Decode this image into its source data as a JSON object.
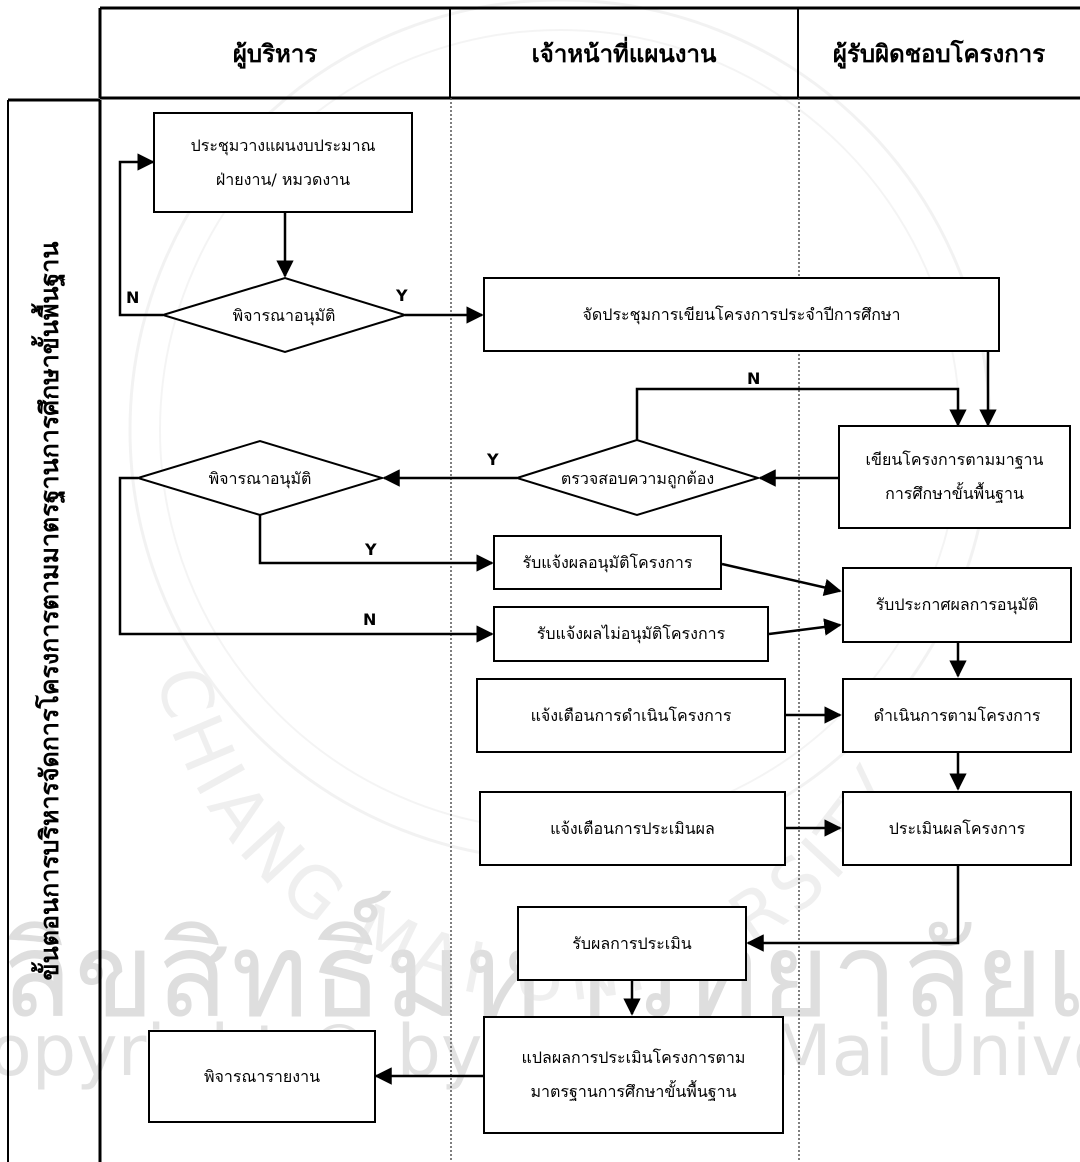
{
  "header": {
    "lane1": "ผู้บริหาร",
    "lane2": "เจ้าหน้าที่แผนงาน",
    "lane3": "ผู้รับผิดชอบโครงการ"
  },
  "side_title": "ขั้นตอนการบริหารจัดการโครงการตามมาตรฐานการศึกษาขั้นพื้นฐาน",
  "nodes": {
    "meeting_line1": "ประชุมวางแผนงบประมาณ",
    "meeting_line2": "ฝ่ายงาน/ หมวดงาน",
    "approve1": "พิจารณาอนุมัติ",
    "write_meeting": "จัดประชุมการเขียนโครงการประจำปีการศึกษา",
    "write_project_line1": "เขียนโครงการตามมาฐาน",
    "write_project_line2": "การศึกษาขั้นพื้นฐาน",
    "check": "ตรวจสอบความถูกต้อง",
    "approve2": "พิจารณาอนุมัติ",
    "notify_approved": "รับแจ้งผลอนุมัติโครงการ",
    "notify_rejected": "รับแจ้งผลไม่อนุมัติโครงการ",
    "announce": "รับประกาศผลการอนุมัติ",
    "warn_operate": "แจ้งเตือนการดำเนินโครงการ",
    "operate": "ดำเนินการตามโครงการ",
    "warn_evaluate": "แจ้งเตือนการประเมินผล",
    "evaluate": "ประเมินผลโครงการ",
    "receive_eval": "รับผลการประเมิน",
    "interpret_line1": "แปลผลการประเมินโครงการตาม",
    "interpret_line2": "มาตรฐานการศึกษาขั้นพื้นฐาน",
    "report": "พิจารณารายงาน"
  },
  "edge_labels": {
    "approve1_no": "N",
    "approve1_yes": "Y",
    "check_no": "N",
    "check_yes": "Y",
    "approve2_yes": "Y",
    "approve2_no": "N"
  },
  "watermark": {
    "line1": "ลิขสิทธิ์มหาวิทยาลัยเชียงใหม่",
    "line2": "Copyright © by Chiang Mai University",
    "arc": "CHIANG MAI UNIVERSITY"
  }
}
